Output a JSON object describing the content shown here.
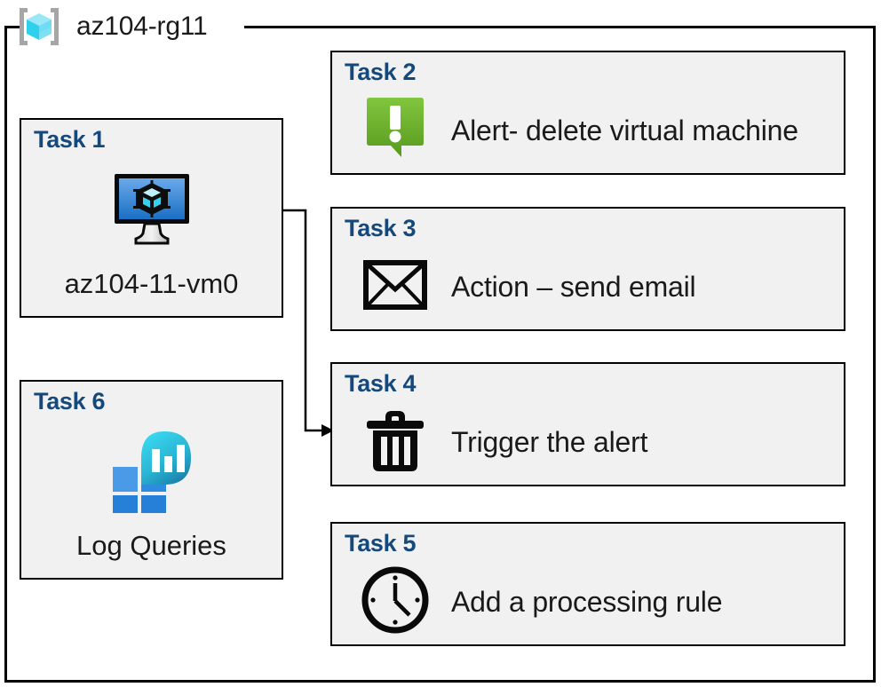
{
  "resource_group": {
    "title": "az104-rg11",
    "icon": "resource-group-cube-icon"
  },
  "colors": {
    "task_title": "#15497b",
    "card_fill": "#f1f1f1",
    "card_border": "#000000",
    "body_text": "#1a1a1a",
    "rg_icon_cyan": "#3ad4f0",
    "alert_green_light": "#7cc23a",
    "alert_green_dark": "#5b9e20",
    "vm_screen_light": "#5a9fe8",
    "vm_screen_dark": "#1b6fc4",
    "log_square_light": "#4a9ae8",
    "log_square_dark": "#2680d8",
    "log_bubble_top": "#32d4ee",
    "log_bubble_bottom": "#1b7fa8"
  },
  "cards": {
    "task1": {
      "title": "Task 1",
      "label": "az104-11-vm0",
      "icon": "virtual-machine-icon"
    },
    "task2": {
      "title": "Task 2",
      "label": "Alert- delete virtual machine",
      "icon": "alert-exclamation-icon"
    },
    "task3": {
      "title": "Task 3",
      "label": "Action – send email",
      "icon": "envelope-icon"
    },
    "task4": {
      "title": "Task 4",
      "label": "Trigger the alert",
      "icon": "trash-can-icon"
    },
    "task5": {
      "title": "Task 5",
      "label": "Add a processing rule",
      "icon": "clock-icon"
    },
    "task6": {
      "title": "Task 6",
      "label": "Log Queries",
      "icon": "log-analytics-icon"
    }
  },
  "connector": {
    "from": "virtual-machine-icon",
    "to": "task4-card",
    "arrow": "arrow-head-right"
  }
}
